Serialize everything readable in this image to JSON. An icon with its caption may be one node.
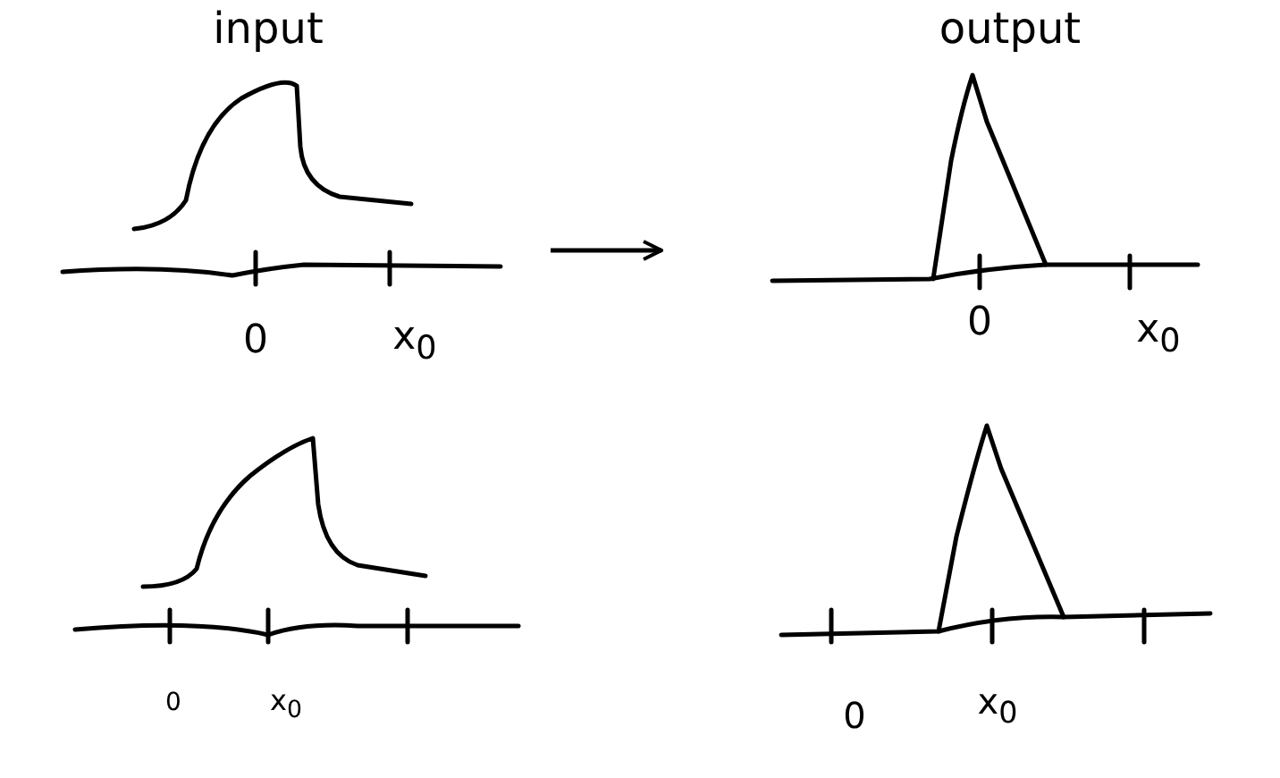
{
  "diagram": {
    "nodes": [
      {
        "text": [
          "input"
        ]
      },
      {
        "text": [
          "output"
        ]
      }
    ],
    "edges": [
      {
        "from": 0,
        "to": 1,
        "arrow": "to"
      }
    ],
    "labels": [
      "0",
      "x$_{0}$",
      "0",
      "x$_{0}$",
      "0",
      "x$_{0}$",
      "0",
      "x$_{0}$"
    ]
  }
}
